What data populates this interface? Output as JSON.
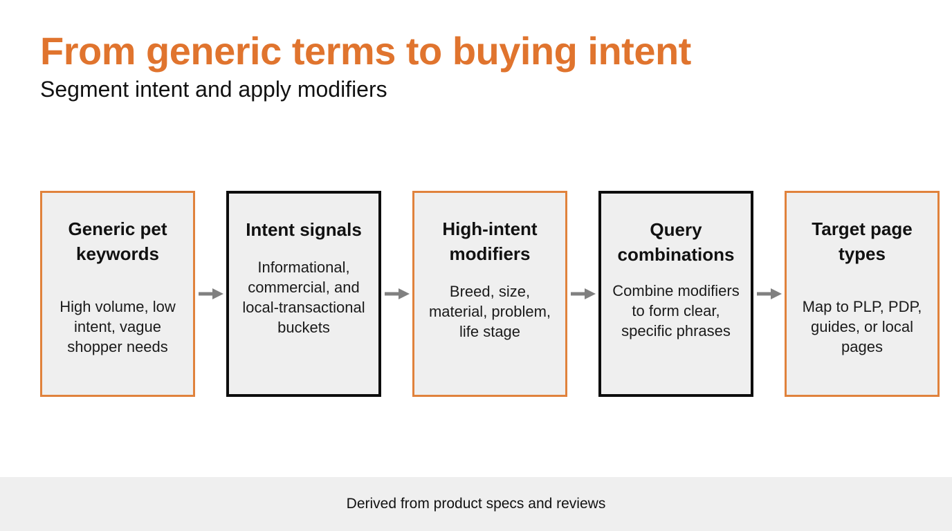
{
  "header": {
    "title": "From generic terms to buying intent",
    "subtitle": "Segment intent and apply modifiers"
  },
  "colors": {
    "accent_orange": "#E0742E",
    "box_border_orange": "#E0823C",
    "box_border_dark": "#0d0d0d",
    "box_fill": "#efefef",
    "arrow_gray": "#808080",
    "footer_band": "#efefef",
    "text": "#111111",
    "background": "#ffffff"
  },
  "flow": {
    "arrow_icon": "arrow-right-icon",
    "steps": [
      {
        "title": "Generic pet keywords",
        "body": "High volume, low intent, vague shopper needs",
        "border_style": "orange"
      },
      {
        "title": "Intent signals",
        "body": "Informational, commercial, and local-transactional buckets",
        "border_style": "dark"
      },
      {
        "title": "High-intent modifiers",
        "body": "Breed, size, material, problem, life stage",
        "border_style": "orange"
      },
      {
        "title": "Query combinations",
        "body": "Combine modifiers to form clear, specific phrases",
        "border_style": "dark"
      },
      {
        "title": "Target page types",
        "body": "Map to PLP, PDP, guides, or local pages",
        "border_style": "orange"
      }
    ]
  },
  "footer": {
    "text": "Derived from product specs and reviews"
  }
}
